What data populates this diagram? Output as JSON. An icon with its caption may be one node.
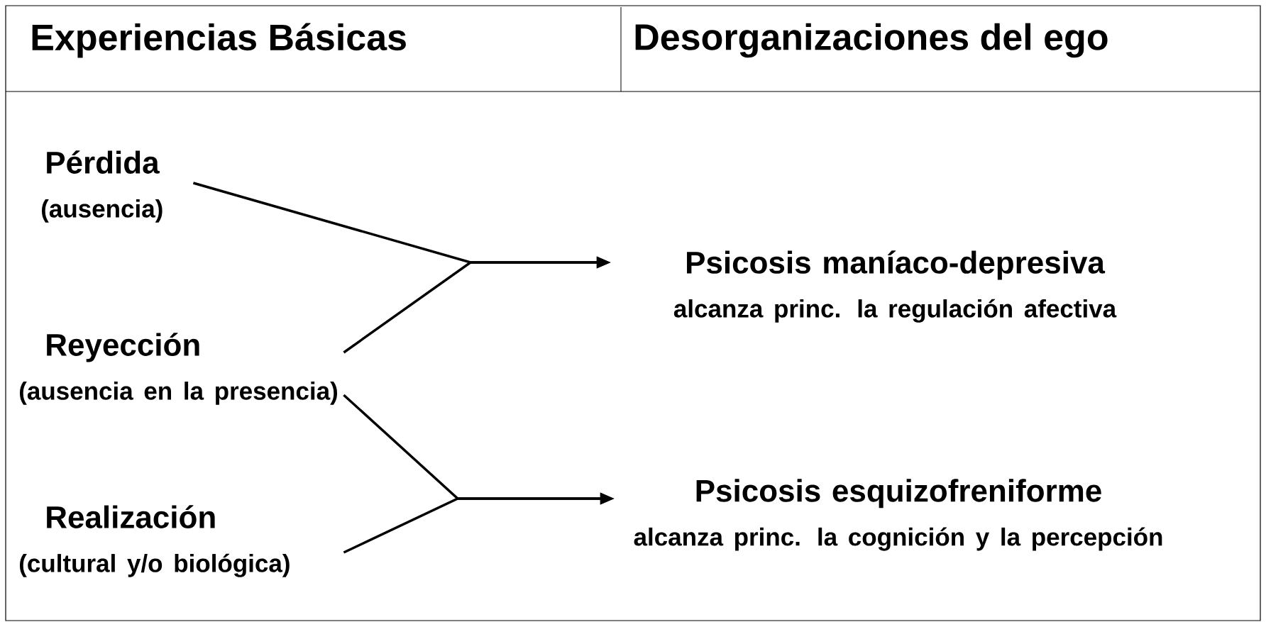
{
  "diagram": {
    "nodes": [
      {
        "text": [
          "Pérdida",
          "(ausencia)"
        ]
      },
      {
        "text": [
          "Reyección",
          "(ausencia en la presencia)"
        ]
      },
      {
        "text": [
          "Realización",
          "(cultural y/o biológica)"
        ]
      },
      {
        "text": [
          "Psicosis maníaco-depresiva",
          "alcanza princ. la regulación afectiva"
        ]
      },
      {
        "text": [
          "Psicosis esquizofreniforme",
          "alcanza princ. la cognición y la percepción"
        ]
      }
    ],
    "edges": [
      {
        "from": 0,
        "to": 3,
        "arrow": "to"
      },
      {
        "from": 1,
        "to": 3,
        "arrow": "to"
      },
      {
        "from": 1,
        "to": 4,
        "arrow": "to"
      },
      {
        "from": 2,
        "to": 4,
        "arrow": "to"
      }
    ],
    "labels": [
      "Experiencias   Básicas",
      "Desorganizaciones del ego"
    ]
  }
}
